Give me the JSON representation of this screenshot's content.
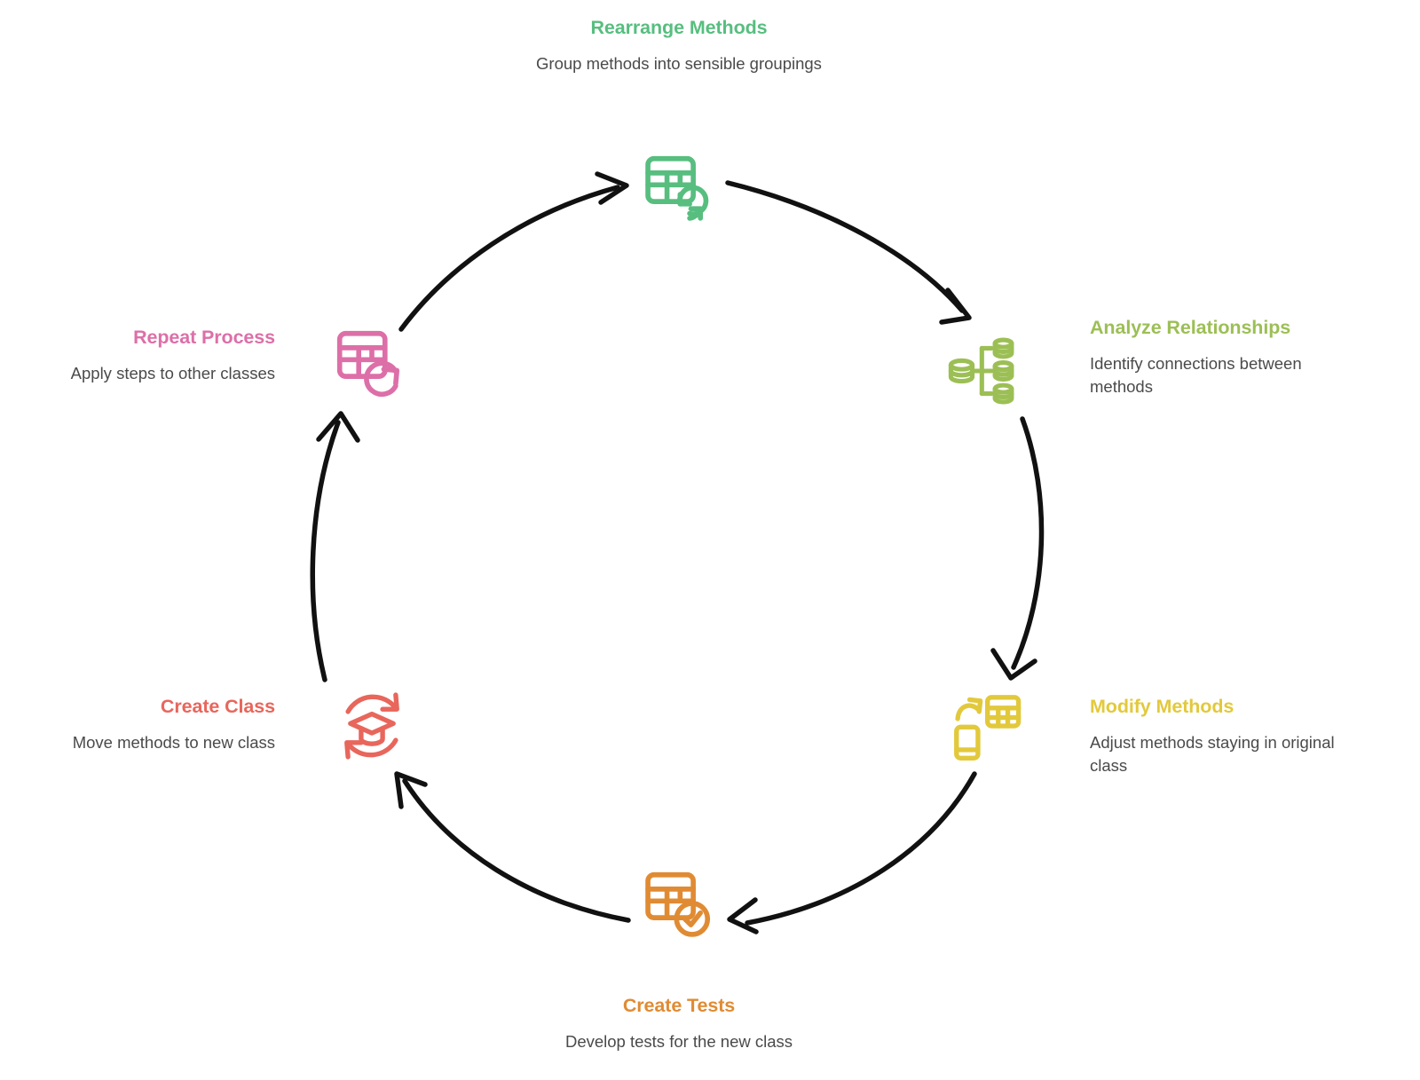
{
  "diagram": {
    "type": "cycle",
    "direction": "clockwise-top-right",
    "background_color": "#ffffff",
    "arrow_color": "#111111",
    "node_count": 6
  },
  "nodes": [
    {
      "id": "rearrange-methods",
      "title": "Rearrange Methods",
      "desc": "Group methods into sensible groupings",
      "color": "#57BE7F",
      "icon": "table-refresh-icon",
      "position": "top"
    },
    {
      "id": "analyze-relationships",
      "title": "Analyze Relationships",
      "desc": "Identify connections between methods",
      "color": "#9CBF55",
      "icon": "database-sitemap-icon",
      "position": "top-right"
    },
    {
      "id": "modify-methods",
      "title": "Modify Methods",
      "desc": "Adjust methods staying in original class",
      "color": "#E2C93C",
      "icon": "mobile-arrow-table-icon",
      "position": "bottom-right"
    },
    {
      "id": "create-tests",
      "title": "Create Tests",
      "desc": "Develop tests for the new class",
      "color": "#E08B33",
      "icon": "table-check-icon",
      "position": "bottom"
    },
    {
      "id": "create-class",
      "title": "Create Class",
      "desc": "Move methods to new class",
      "color": "#E8665B",
      "icon": "graduation-cap-refresh-icon",
      "position": "bottom-left"
    },
    {
      "id": "repeat-process",
      "title": "Repeat Process",
      "desc": "Apply steps to other classes",
      "color": "#DD6FA8",
      "icon": "table-redo-icon",
      "position": "top-left"
    }
  ],
  "connections": [
    {
      "from": "repeat-process",
      "to": "rearrange-methods"
    },
    {
      "from": "rearrange-methods",
      "to": "analyze-relationships"
    },
    {
      "from": "analyze-relationships",
      "to": "modify-methods"
    },
    {
      "from": "modify-methods",
      "to": "create-tests"
    },
    {
      "from": "create-tests",
      "to": "create-class"
    },
    {
      "from": "create-class",
      "to": "repeat-process"
    }
  ]
}
